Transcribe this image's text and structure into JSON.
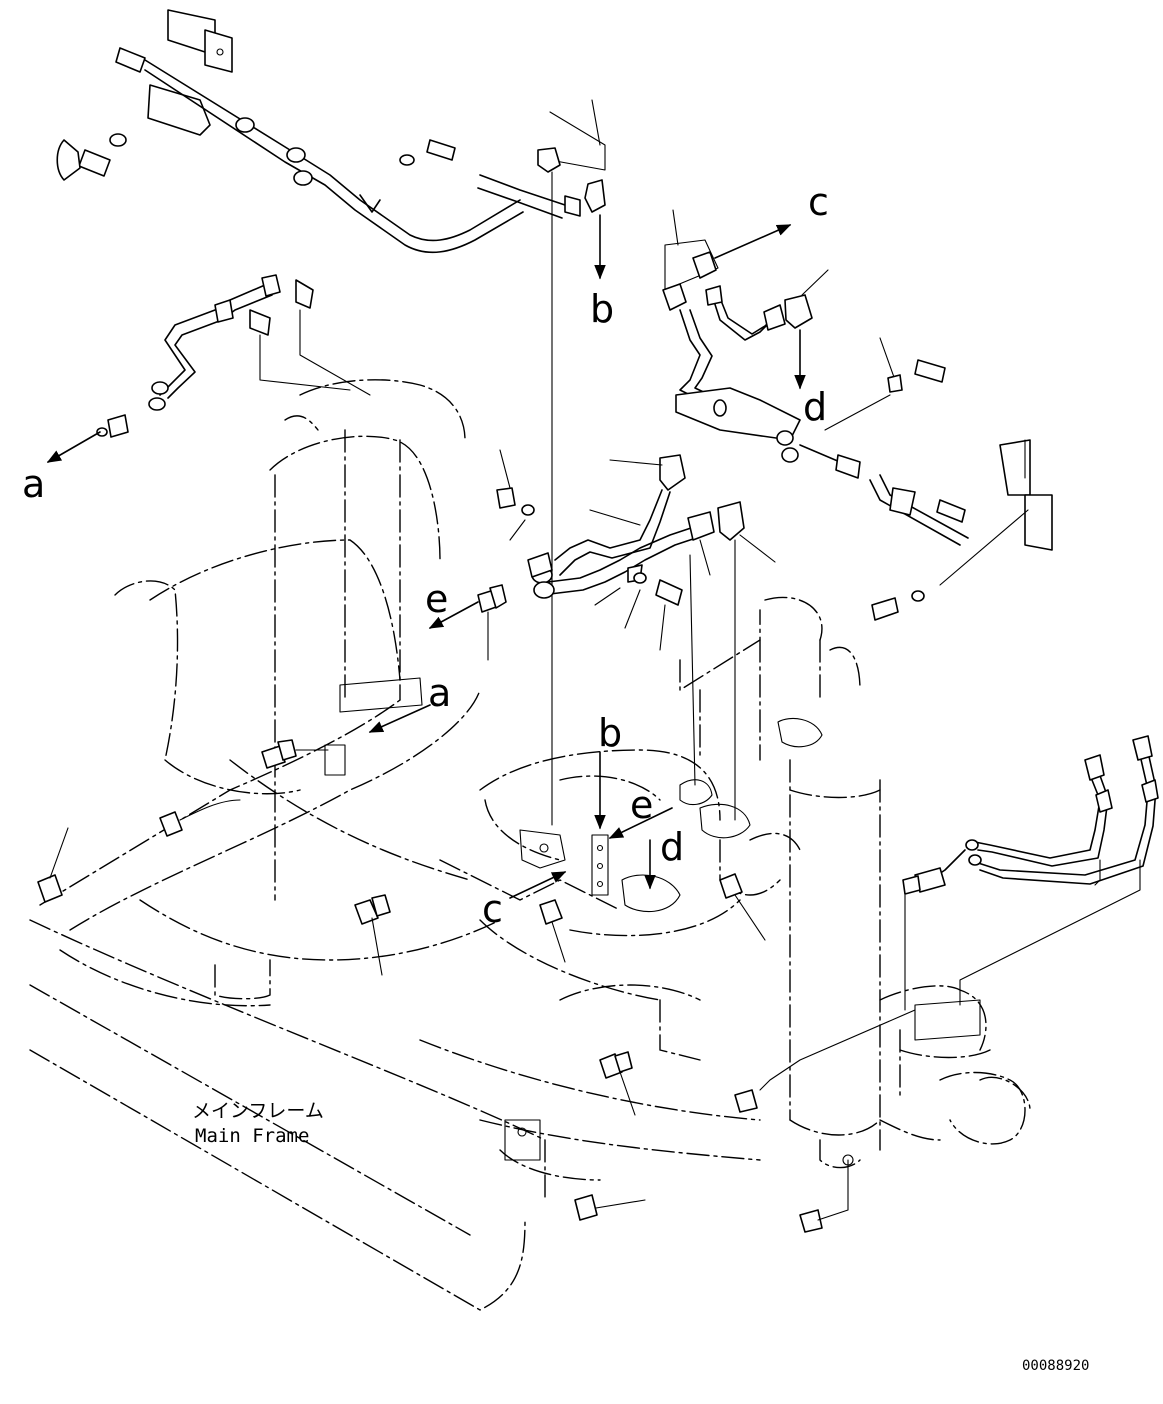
{
  "labels": {
    "a_left": "a",
    "a_frame": "a",
    "b_top": "b",
    "b_frame": "b",
    "c_top": "c",
    "c_frame": "c",
    "d_top": "d",
    "d_frame": "d",
    "e_left": "e",
    "e_frame": "e"
  },
  "caption": {
    "jp": "メインフレーム",
    "en": "Main Frame"
  },
  "drawing_code": "00088920"
}
